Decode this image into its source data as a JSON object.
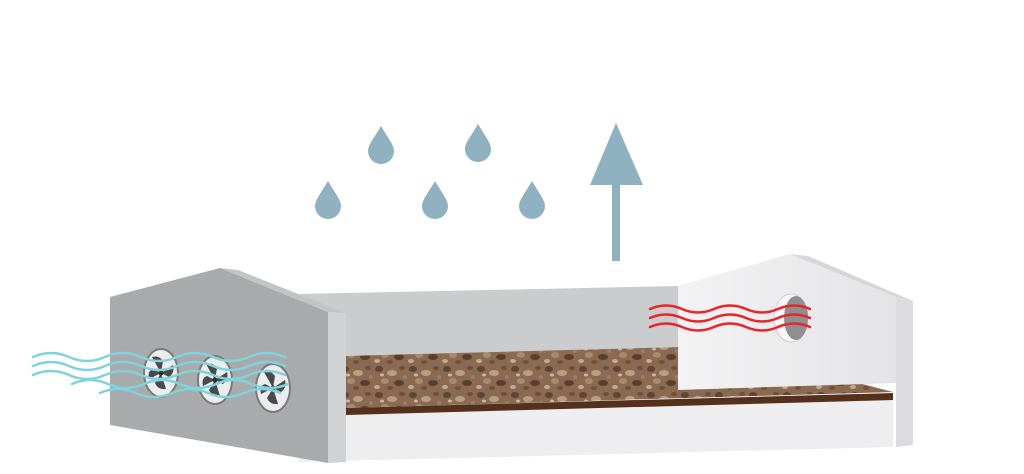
{
  "diagram": {
    "elements": [
      {
        "name": "cold-air-intake",
        "icon": "wavy-lines-icon"
      },
      {
        "name": "exhaust-fans",
        "icon": "fan-icon",
        "count": 3
      },
      {
        "name": "warm-air-inlet",
        "icon": "wavy-lines-icon"
      },
      {
        "name": "compost-bed",
        "icon": "soil-texture"
      },
      {
        "name": "moisture-release",
        "icon": "water-drop-icon",
        "count": 6
      },
      {
        "name": "vapor-rising",
        "icon": "arrow-up-icon"
      }
    ],
    "colors": {
      "left-wall-face": "#a9aaac",
      "left-wall-edge": "#d1d2d4",
      "left-wall-top": "#c3c4c6",
      "back-wall": "#cbccce",
      "right-wall-face": "#e9e9eb",
      "right-wall-edge": "#dcdcde",
      "floor": "#eeeef0",
      "compost": "#8a6a50",
      "compost-edge": "#55301c",
      "water": "#8fb1c0",
      "cold-air": "#7fd3dc",
      "warm-air": "#e8242c",
      "fan-hole": "#8f8f91"
    }
  }
}
